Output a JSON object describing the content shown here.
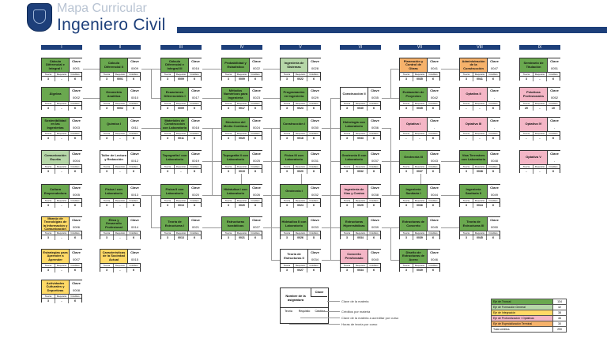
{
  "header": {
    "subtitle": "Mapa Curricular",
    "title": "Ingeniero Civil"
  },
  "semesters": [
    "I",
    "II",
    "III",
    "IV",
    "V",
    "VI",
    "VII",
    "VIII",
    "IX"
  ],
  "colors": {
    "green": "#6aa84f",
    "light_green": "#b6d7a8",
    "yellow": "#ffd966",
    "pink": "#f4b6c6",
    "orange": "#f6b26b",
    "white": "#ffffff",
    "navy": "#1d3f7a"
  },
  "card_labels": {
    "code": "Clave",
    "theory": "Teoría",
    "req": "Requisito",
    "cred": "Créditos"
  },
  "cards": [
    {
      "col": 0,
      "row": 0,
      "name": "Cálculo Diferencial e Integral I",
      "code": "0001",
      "t": "3",
      "r": "-",
      "c": "6",
      "color": "green"
    },
    {
      "col": 0,
      "row": 1,
      "name": "Álgebra",
      "code": "0002",
      "t": "3",
      "r": "-",
      "c": "6",
      "color": "green"
    },
    {
      "col": 0,
      "row": 2,
      "name": "Sostenibilidad en las Ingenierías",
      "code": "0003",
      "t": "3",
      "r": "-",
      "c": "6",
      "color": "green"
    },
    {
      "col": 0,
      "row": 3,
      "name": "Comunicación Escrita",
      "code": "0004",
      "t": "3",
      "r": "-",
      "c": "6",
      "color": "light_green"
    },
    {
      "col": 0,
      "row": 4,
      "name": "Cultura Emprendedora",
      "code": "0005",
      "t": "3",
      "r": "-",
      "c": "6",
      "color": "green"
    },
    {
      "col": 0,
      "row": 5,
      "name": "Manejo de Tecnologías de la Información y Comunicación",
      "code": "0006",
      "t": "3",
      "r": "-",
      "c": "6",
      "color": "yellow"
    },
    {
      "col": 0,
      "row": 6,
      "name": "Estrategias para Aprender a Aprender",
      "code": "0007",
      "t": "3",
      "r": "-",
      "c": "6",
      "color": "yellow"
    },
    {
      "col": 0,
      "row": 7,
      "name": "Actividades Culturales y Deportivas",
      "code": "0008",
      "t": "3",
      "r": "-",
      "c": "6",
      "color": "yellow"
    },
    {
      "col": 1,
      "row": 0,
      "name": "Cálculo Diferencial II",
      "code": "0009",
      "t": "3",
      "r": "0001",
      "c": "6",
      "color": "green"
    },
    {
      "col": 1,
      "row": 1,
      "name": "Geometría Analítica",
      "code": "0010",
      "t": "3",
      "r": "0002",
      "c": "6",
      "color": "green"
    },
    {
      "col": 1,
      "row": 2,
      "name": "Química I",
      "code": "0011",
      "t": "3",
      "r": "-",
      "c": "6",
      "color": "green"
    },
    {
      "col": 1,
      "row": 3,
      "name": "Taller de Lectura y Redacción",
      "code": "0012",
      "t": "3",
      "r": "-",
      "c": "6",
      "color": "white"
    },
    {
      "col": 1,
      "row": 4,
      "name": "Física I con Laboratorio",
      "code": "0013",
      "t": "3",
      "r": "-",
      "c": "8",
      "color": "green"
    },
    {
      "col": 1,
      "row": 5,
      "name": "Ética y Desarrollo Profesional",
      "code": "0014",
      "t": "3",
      "r": "-",
      "c": "6",
      "color": "green"
    },
    {
      "col": 1,
      "row": 6,
      "name": "Características de la Sociedad Actual",
      "code": "0015",
      "t": "3",
      "r": "-",
      "c": "6",
      "color": "yellow"
    },
    {
      "col": 2,
      "row": 0,
      "name": "Cálculo Diferencial e Integral III",
      "code": "0016",
      "t": "3",
      "r": "0009",
      "c": "6",
      "color": "green"
    },
    {
      "col": 2,
      "row": 1,
      "name": "Ecuaciones Diferenciales I",
      "code": "0017",
      "t": "3",
      "r": "0009",
      "c": "6",
      "color": "green"
    },
    {
      "col": 2,
      "row": 2,
      "name": "Materiales de Construcción con Laboratorio",
      "code": "0018",
      "t": "3",
      "r": "0011",
      "c": "8",
      "color": "green"
    },
    {
      "col": 2,
      "row": 3,
      "name": "Topografía I con Laboratorio",
      "code": "0019",
      "t": "3",
      "r": "-",
      "c": "8",
      "color": "green"
    },
    {
      "col": 2,
      "row": 4,
      "name": "Física II con Laboratorio",
      "code": "0020",
      "t": "3",
      "r": "0013",
      "c": "8",
      "color": "green"
    },
    {
      "col": 2,
      "row": 5,
      "name": "Teoría de Estructuras I",
      "code": "0021",
      "t": "3",
      "r": "0013",
      "c": "6",
      "color": "green"
    },
    {
      "col": 3,
      "row": 0,
      "name": "Probabilidad y Estadística",
      "code": "0022",
      "t": "3",
      "r": "0009",
      "c": "6",
      "color": "green"
    },
    {
      "col": 3,
      "row": 1,
      "name": "Métodos Numéricos para Ingeniería",
      "code": "0023",
      "t": "3",
      "r": "0017",
      "c": "6",
      "color": "green"
    },
    {
      "col": 3,
      "row": 2,
      "name": "Mecánica del Medio Continuo",
      "code": "0024",
      "t": "3",
      "r": "0020",
      "c": "6",
      "color": "green"
    },
    {
      "col": 3,
      "row": 3,
      "name": "Topografía II con Laboratorio",
      "code": "0025",
      "t": "3",
      "r": "0019",
      "c": "8",
      "color": "green"
    },
    {
      "col": 3,
      "row": 4,
      "name": "Hidráulica I con Laboratorio",
      "code": "0026",
      "t": "3",
      "r": "0020",
      "c": "8",
      "color": "green"
    },
    {
      "col": 3,
      "row": 5,
      "name": "Estructuras Isostáticas",
      "code": "0027",
      "t": "3",
      "r": "0021",
      "c": "6",
      "color": "green"
    },
    {
      "col": 4,
      "row": 0,
      "name": "Ingeniería de Sistemas",
      "code": "0028",
      "t": "3",
      "r": "0022",
      "c": "6",
      "color": "light_green"
    },
    {
      "col": 4,
      "row": 1,
      "name": "Programación en Ingeniería",
      "code": "0029",
      "t": "3",
      "r": "0023",
      "c": "6",
      "color": "green"
    },
    {
      "col": 4,
      "row": 2,
      "name": "Construcción I",
      "code": "0030",
      "t": "3",
      "r": "0018",
      "c": "6",
      "color": "green"
    },
    {
      "col": 4,
      "row": 3,
      "name": "Física III con Laboratorio",
      "code": "0031",
      "t": "3",
      "r": "0020",
      "c": "8",
      "color": "green"
    },
    {
      "col": 4,
      "row": 4,
      "name": "Geotecnia I",
      "code": "0032",
      "t": "3",
      "r": "0024",
      "c": "6",
      "color": "green"
    },
    {
      "col": 4,
      "row": 5,
      "name": "Hidráulica II con Laboratorio",
      "code": "0033",
      "t": "3",
      "r": "0026",
      "c": "8",
      "color": "green"
    },
    {
      "col": 4,
      "row": 6,
      "name": "Teoría de Estructuras II",
      "code": "0034",
      "t": "3",
      "r": "0027",
      "c": "6",
      "color": "white"
    },
    {
      "col": 5,
      "row": 1,
      "name": "Construcción II",
      "code": "0035",
      "t": "3",
      "r": "0030",
      "c": "6",
      "color": "white"
    },
    {
      "col": 5,
      "row": 2,
      "name": "Hidrología con Laboratorio",
      "code": "0036",
      "t": "3",
      "r": "0033",
      "c": "8",
      "color": "green"
    },
    {
      "col": 5,
      "row": 3,
      "name": "Geotecnia II con Laboratorio",
      "code": "0037",
      "t": "3",
      "r": "0032",
      "c": "8",
      "color": "green"
    },
    {
      "col": 5,
      "row": 4,
      "name": "Ingeniería de Vías y Costos",
      "code": "0038",
      "t": "3",
      "r": "0025",
      "c": "6",
      "color": "pink"
    },
    {
      "col": 5,
      "row": 5,
      "name": "Estructuras Hiperestáticas",
      "code": "0039",
      "t": "3",
      "r": "0034",
      "c": "6",
      "color": "green"
    },
    {
      "col": 5,
      "row": 6,
      "name": "Concreto Presforzado",
      "code": "0040",
      "t": "3",
      "r": "0034",
      "c": "6",
      "color": "pink"
    },
    {
      "col": 6,
      "row": 0,
      "name": "Planeación y Control de Obras",
      "code": "0041",
      "t": "3",
      "r": "0035",
      "c": "6",
      "color": "orange"
    },
    {
      "col": 6,
      "row": 1,
      "name": "Evaluación de Proyectos",
      "code": "0042",
      "t": "3",
      "r": "0035",
      "c": "6",
      "color": "green"
    },
    {
      "col": 6,
      "row": 2,
      "name": "Optativa I",
      "code": "-",
      "t": "-",
      "r": "-",
      "c": "6",
      "color": "pink"
    },
    {
      "col": 6,
      "row": 3,
      "name": "Geotecnia III",
      "code": "0043",
      "t": "3",
      "r": "0037",
      "c": "6",
      "color": "green"
    },
    {
      "col": 6,
      "row": 4,
      "name": "Ingeniería Sanitaria I",
      "code": "0044",
      "t": "3",
      "r": "0036",
      "c": "6",
      "color": "green"
    },
    {
      "col": 6,
      "row": 5,
      "name": "Estructuras de Concreto",
      "code": "0045",
      "t": "3",
      "r": "0039",
      "c": "6",
      "color": "green"
    },
    {
      "col": 6,
      "row": 6,
      "name": "Diseño de Estructuras de Acero",
      "code": "0046",
      "t": "3",
      "r": "0039",
      "c": "6",
      "color": "green"
    },
    {
      "col": 7,
      "row": 0,
      "name": "Administración de la Construcción",
      "code": "0047",
      "t": "3",
      "r": "0041",
      "c": "6",
      "color": "orange"
    },
    {
      "col": 7,
      "row": 1,
      "name": "Optativa II",
      "code": "-",
      "t": "-",
      "r": "-",
      "c": "6",
      "color": "pink"
    },
    {
      "col": 7,
      "row": 2,
      "name": "Optativa III",
      "code": "-",
      "t": "-",
      "r": "-",
      "c": "6",
      "color": "pink"
    },
    {
      "col": 7,
      "row": 3,
      "name": "Vías Terrestres con Laboratorio",
      "code": "0048",
      "t": "3",
      "r": "0038",
      "c": "8",
      "color": "green"
    },
    {
      "col": 7,
      "row": 4,
      "name": "Ingeniería Sanitaria II",
      "code": "0049",
      "t": "3",
      "r": "0044",
      "c": "6",
      "color": "green"
    },
    {
      "col": 7,
      "row": 5,
      "name": "Teoría de Estructuras III",
      "code": "0050",
      "t": "3",
      "r": "0045",
      "c": "6",
      "color": "green"
    },
    {
      "col": 8,
      "row": 0,
      "name": "Seminario de Titulación",
      "code": "0051",
      "t": "3",
      "r": "-",
      "c": "6",
      "color": "green"
    },
    {
      "col": 8,
      "row": 1,
      "name": "Prácticas Profesionales",
      "code": "0052",
      "t": "20",
      "r": "-",
      "c": "10",
      "color": "pink"
    },
    {
      "col": 8,
      "row": 2,
      "name": "Optativa IV",
      "code": "-",
      "t": "-",
      "r": "-",
      "c": "6",
      "color": "pink"
    },
    {
      "col": 8,
      "row": 3,
      "name": "Optativa V",
      "code": "-",
      "t": "-",
      "r": "-",
      "c": "6",
      "color": "pink"
    }
  ],
  "sample": {
    "name": "Nombre de la asignatura",
    "code": "Clave",
    "t": "Teoría",
    "r": "Requisito",
    "c": "Créditos"
  },
  "sample_notes": [
    "Clave de la materia",
    "Créditos por materia",
    "Clave de la materia a acreditar por curso",
    "Horas de teoría por curso"
  ],
  "legend": [
    {
      "label": "Eje de Troncal",
      "value": "134",
      "color": "green"
    },
    {
      "label": "Eje de Formación General",
      "value": "42",
      "color": "light_green"
    },
    {
      "label": "Eje de Integración",
      "value": "38",
      "color": "yellow"
    },
    {
      "label": "Eje de Profundización / Optativas",
      "value": "46",
      "color": "pink"
    },
    {
      "label": "Eje de Especialización Terminal",
      "value": "30",
      "color": "orange"
    },
    {
      "label": "Total créditos",
      "value": "290",
      "color": "white"
    }
  ]
}
